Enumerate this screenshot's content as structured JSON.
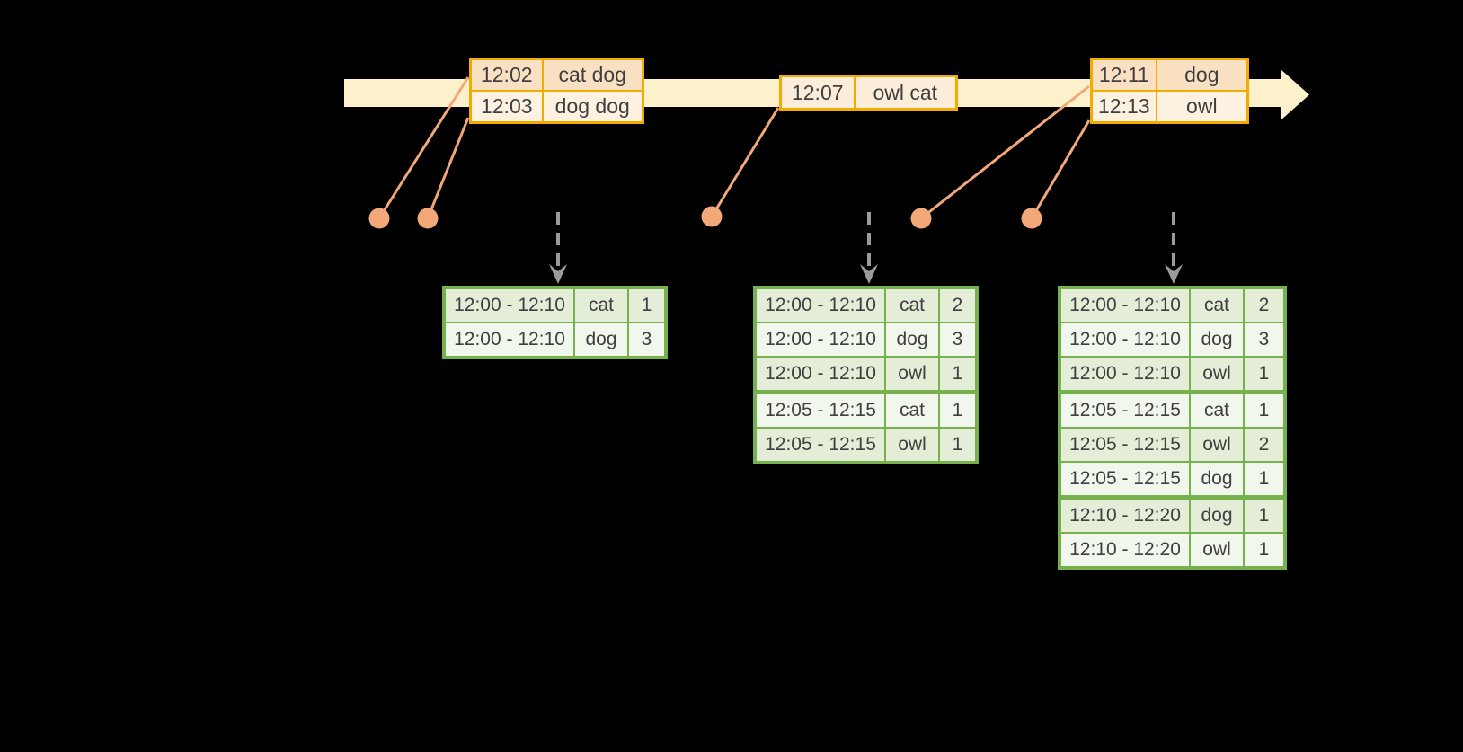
{
  "colors": {
    "background": "#000000",
    "timeline_fill": "#FCF1CB",
    "orange_border": "#F2AC00",
    "orange_row_dark": "#F9E0C2",
    "orange_row_light": "#FDF2E2",
    "orange_row_mid": "#FCEDDA",
    "connector": "#F2A878",
    "green_border": "#76B14E",
    "green_row_dark": "#E3EDD8",
    "green_row_light": "#F2F7ED",
    "dashed_gray": "#9B9B9B",
    "text_dark": "#3F3F3F"
  },
  "icons": {
    "timeline_arrow": "right-arrow-band",
    "event_dot": "filled-circle",
    "connector_line": "diagonal-line",
    "trigger_arrow": "dashed-down-arrow"
  },
  "event_tables": [
    {
      "id": "events-1",
      "rows": [
        {
          "time": "12:02",
          "words": "cat dog"
        },
        {
          "time": "12:03",
          "words": "dog dog"
        }
      ]
    },
    {
      "id": "events-2",
      "rows": [
        {
          "time": "12:07",
          "words": "owl cat"
        }
      ]
    },
    {
      "id": "events-3",
      "rows": [
        {
          "time": "12:11",
          "words": "dog"
        },
        {
          "time": "12:13",
          "words": "owl"
        }
      ]
    }
  ],
  "result_tables": [
    {
      "id": "counts-1",
      "rows": [
        {
          "window": "12:00 - 12:10",
          "word": "cat",
          "count": "1"
        },
        {
          "window": "12:00 - 12:10",
          "word": "dog",
          "count": "3"
        }
      ]
    },
    {
      "id": "counts-2",
      "rows": [
        {
          "window": "12:00 - 12:10",
          "word": "cat",
          "count": "2"
        },
        {
          "window": "12:00 - 12:10",
          "word": "dog",
          "count": "3"
        },
        {
          "window": "12:00 - 12:10",
          "word": "owl",
          "count": "1"
        },
        {
          "window": "12:05 - 12:15",
          "word": "cat",
          "count": "1"
        },
        {
          "window": "12:05 - 12:15",
          "word": "owl",
          "count": "1"
        }
      ]
    },
    {
      "id": "counts-3",
      "rows": [
        {
          "window": "12:00 - 12:10",
          "word": "cat",
          "count": "2"
        },
        {
          "window": "12:00 - 12:10",
          "word": "dog",
          "count": "3"
        },
        {
          "window": "12:00 - 12:10",
          "word": "owl",
          "count": "1"
        },
        {
          "window": "12:05 - 12:15",
          "word": "cat",
          "count": "1"
        },
        {
          "window": "12:05 - 12:15",
          "word": "owl",
          "count": "2"
        },
        {
          "window": "12:05 - 12:15",
          "word": "dog",
          "count": "1"
        },
        {
          "window": "12:10 - 12:20",
          "word": "dog",
          "count": "1"
        },
        {
          "window": "12:10 - 12:20",
          "word": "owl",
          "count": "1"
        }
      ]
    }
  ]
}
